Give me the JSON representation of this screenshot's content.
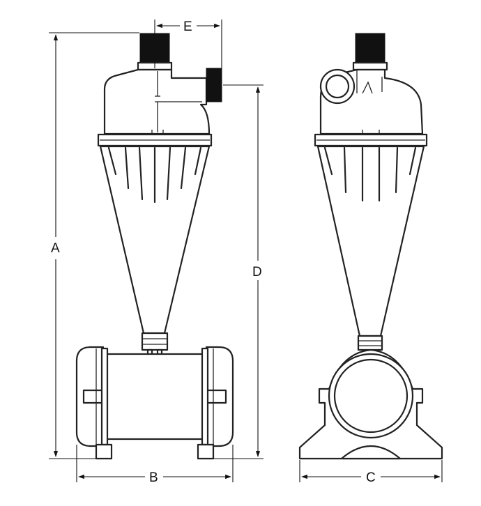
{
  "dimensions": {
    "a": "A",
    "b": "B",
    "c": "C",
    "d": "D",
    "e": "E"
  },
  "colors": {
    "ink": "#222222",
    "background": "#ffffff"
  }
}
